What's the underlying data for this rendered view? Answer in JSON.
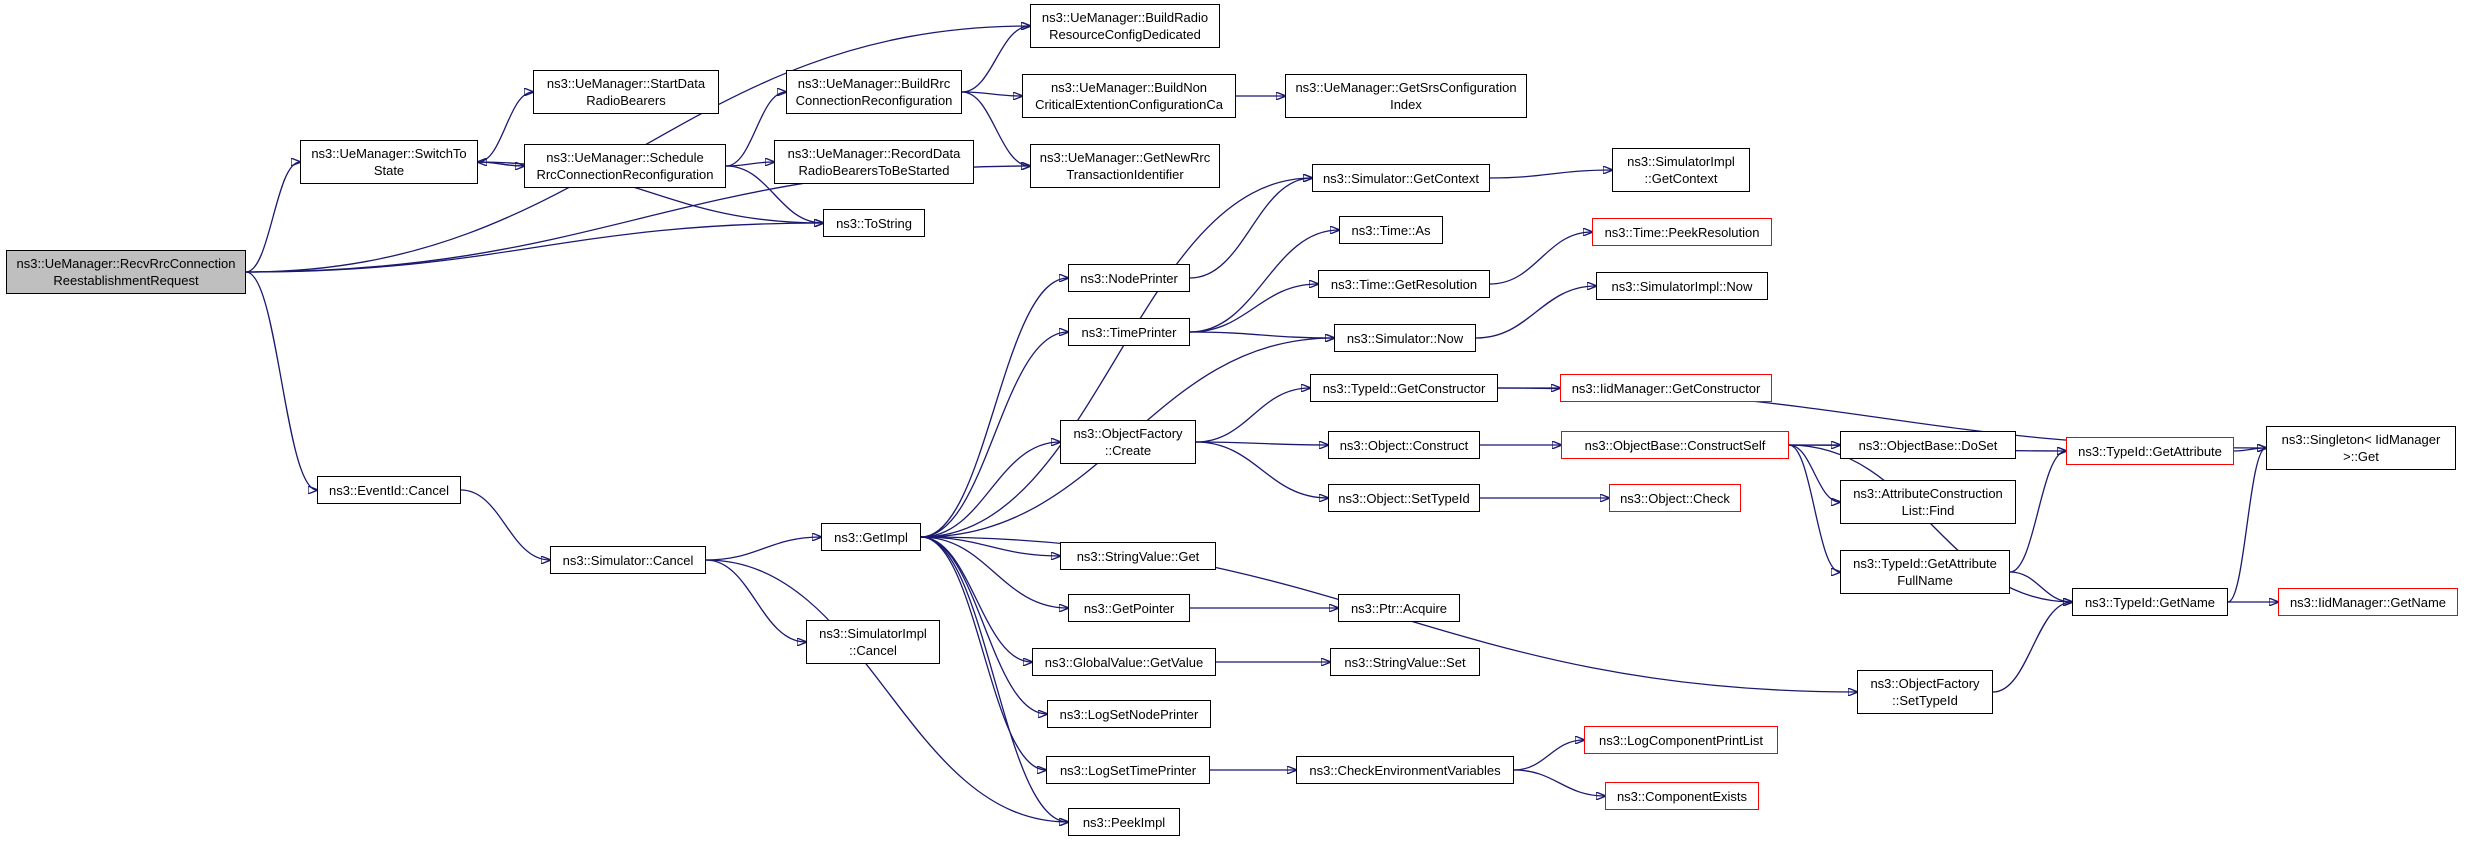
{
  "colors": {
    "edge": "#191970",
    "node_border": "#000000",
    "truncated_border": "#ff0000",
    "root_fill": "#bfbfbf"
  },
  "nodes": {
    "recv": {
      "lines": [
        "ns3::UeManager::RecvRrcConnection",
        "ReestablishmentRequest"
      ],
      "root": true
    },
    "switch": {
      "lines": [
        "ns3::UeManager::SwitchTo",
        "State"
      ]
    },
    "startdata": {
      "lines": [
        "ns3::UeManager::StartData",
        "RadioBearers"
      ]
    },
    "schedule": {
      "lines": [
        "ns3::UeManager::Schedule",
        "RrcConnectionReconfiguration"
      ]
    },
    "buildrrc": {
      "lines": [
        "ns3::UeManager::BuildRrc",
        "ConnectionReconfiguration"
      ]
    },
    "recorddata": {
      "lines": [
        "ns3::UeManager::RecordData",
        "RadioBearersToBeStarted"
      ]
    },
    "tostring": {
      "lines": [
        "ns3::ToString"
      ]
    },
    "buildradio": {
      "lines": [
        "ns3::UeManager::BuildRadio",
        "ResourceConfigDedicated"
      ]
    },
    "buildnon": {
      "lines": [
        "ns3::UeManager::BuildNon",
        "CriticalExtentionConfigurationCa"
      ]
    },
    "getsrs": {
      "lines": [
        "ns3::UeManager::GetSrsConfiguration",
        "Index"
      ]
    },
    "getnewrrc": {
      "lines": [
        "ns3::UeManager::GetNewRrc",
        "TransactionIdentifier"
      ]
    },
    "getcontext": {
      "lines": [
        "ns3::Simulator::GetContext"
      ]
    },
    "implgetcontext": {
      "lines": [
        "ns3::SimulatorImpl",
        "::GetContext"
      ]
    },
    "nodeprinter": {
      "lines": [
        "ns3::NodePrinter"
      ]
    },
    "timeas": {
      "lines": [
        "ns3::Time::As"
      ]
    },
    "peekres": {
      "lines": [
        "ns3::Time::PeekResolution"
      ],
      "truncated": true
    },
    "getres": {
      "lines": [
        "ns3::Time::GetResolution"
      ]
    },
    "timeprinter": {
      "lines": [
        "ns3::TimePrinter"
      ]
    },
    "simnow": {
      "lines": [
        "ns3::Simulator::Now"
      ]
    },
    "implnow": {
      "lines": [
        "ns3::SimulatorImpl::Now"
      ]
    },
    "getconstructor": {
      "lines": [
        "ns3::TypeId::GetConstructor"
      ]
    },
    "iidgetconstructor": {
      "lines": [
        "ns3::IidManager::GetConstructor"
      ],
      "truncated": true
    },
    "singleton": {
      "lines": [
        "ns3::Singleton< IidManager",
        ">::Get"
      ]
    },
    "ofcreate": {
      "lines": [
        "ns3::ObjectFactory",
        "::Create"
      ]
    },
    "construct": {
      "lines": [
        "ns3::Object::Construct"
      ]
    },
    "constructself": {
      "lines": [
        "ns3::ObjectBase::ConstructSelf"
      ],
      "truncated": true
    },
    "doset": {
      "lines": [
        "ns3::ObjectBase::DoSet"
      ]
    },
    "getattribute": {
      "lines": [
        "ns3::TypeId::GetAttribute"
      ],
      "truncated": true
    },
    "eventcancel": {
      "lines": [
        "ns3::EventId::Cancel"
      ]
    },
    "attrfind": {
      "lines": [
        "ns3::AttributeConstruction",
        "List::Find"
      ]
    },
    "settypeid": {
      "lines": [
        "ns3::Object::SetTypeId"
      ]
    },
    "objcheck": {
      "lines": [
        "ns3::Object::Check"
      ],
      "truncated": true
    },
    "getimpl": {
      "lines": [
        "ns3::GetImpl"
      ]
    },
    "attrfullname": {
      "lines": [
        "ns3::TypeId::GetAttribute",
        "FullName"
      ]
    },
    "simcancel": {
      "lines": [
        "ns3::Simulator::Cancel"
      ]
    },
    "svget": {
      "lines": [
        "ns3::StringValue::Get"
      ]
    },
    "getname": {
      "lines": [
        "ns3::TypeId::GetName"
      ]
    },
    "iidgetname": {
      "lines": [
        "ns3::IidManager::GetName"
      ],
      "truncated": true
    },
    "getpointer": {
      "lines": [
        "ns3::GetPointer"
      ]
    },
    "ptracquire": {
      "lines": [
        "ns3::Ptr::Acquire"
      ]
    },
    "implcancel": {
      "lines": [
        "ns3::SimulatorImpl",
        "::Cancel"
      ]
    },
    "gvgetvalue": {
      "lines": [
        "ns3::GlobalValue::GetValue"
      ]
    },
    "svset": {
      "lines": [
        "ns3::StringValue::Set"
      ]
    },
    "ofsettypeid": {
      "lines": [
        "ns3::ObjectFactory",
        "::SetTypeId"
      ]
    },
    "logsetnode": {
      "lines": [
        "ns3::LogSetNodePrinter"
      ]
    },
    "logcompprint": {
      "lines": [
        "ns3::LogComponentPrintList"
      ],
      "truncated": true
    },
    "logsettime": {
      "lines": [
        "ns3::LogSetTimePrinter"
      ]
    },
    "checkenv": {
      "lines": [
        "ns3::CheckEnvironmentVariables"
      ]
    },
    "compexists": {
      "lines": [
        "ns3::ComponentExists"
      ],
      "truncated": true
    },
    "peekimpl": {
      "lines": [
        "ns3::PeekImpl"
      ]
    }
  },
  "edges": [
    [
      "recv",
      "buildradio"
    ],
    [
      "recv",
      "switch"
    ],
    [
      "recv",
      "tostring"
    ],
    [
      "recv",
      "getnewrrc"
    ],
    [
      "recv",
      "eventcancel"
    ],
    [
      "switch",
      "startdata"
    ],
    [
      "switch",
      "schedule"
    ],
    [
      "switch",
      "tostring"
    ],
    [
      "schedule",
      "switch"
    ],
    [
      "schedule",
      "buildrrc"
    ],
    [
      "schedule",
      "recorddata"
    ],
    [
      "schedule",
      "tostring"
    ],
    [
      "buildrrc",
      "buildradio"
    ],
    [
      "buildrrc",
      "buildnon"
    ],
    [
      "buildrrc",
      "getnewrrc"
    ],
    [
      "buildnon",
      "getsrs"
    ],
    [
      "getcontext",
      "implgetcontext"
    ],
    [
      "nodeprinter",
      "getcontext"
    ],
    [
      "timeprinter",
      "timeas"
    ],
    [
      "timeprinter",
      "getres"
    ],
    [
      "timeprinter",
      "simnow"
    ],
    [
      "getres",
      "peekres"
    ],
    [
      "simnow",
      "implnow"
    ],
    [
      "getimpl",
      "getcontext"
    ],
    [
      "getimpl",
      "nodeprinter"
    ],
    [
      "getimpl",
      "timeprinter"
    ],
    [
      "getimpl",
      "simnow"
    ],
    [
      "getimpl",
      "ofcreate"
    ],
    [
      "getimpl",
      "svget"
    ],
    [
      "getimpl",
      "getpointer"
    ],
    [
      "getimpl",
      "gvgetvalue"
    ],
    [
      "getimpl",
      "logsetnode"
    ],
    [
      "getimpl",
      "logsettime"
    ],
    [
      "getimpl",
      "peekimpl"
    ],
    [
      "getimpl",
      "ofsettypeid"
    ],
    [
      "ofcreate",
      "getconstructor"
    ],
    [
      "ofcreate",
      "construct"
    ],
    [
      "ofcreate",
      "settypeid"
    ],
    [
      "getconstructor",
      "iidgetconstructor"
    ],
    [
      "getconstructor",
      "singleton"
    ],
    [
      "construct",
      "constructself"
    ],
    [
      "constructself",
      "doset"
    ],
    [
      "constructself",
      "getattribute"
    ],
    [
      "constructself",
      "attrfind"
    ],
    [
      "constructself",
      "attrfullname"
    ],
    [
      "constructself",
      "getname"
    ],
    [
      "getattribute",
      "singleton"
    ],
    [
      "settypeid",
      "objcheck"
    ],
    [
      "attrfullname",
      "getattribute"
    ],
    [
      "attrfullname",
      "getname"
    ],
    [
      "getname",
      "singleton"
    ],
    [
      "getname",
      "iidgetname"
    ],
    [
      "ofsettypeid",
      "getname"
    ],
    [
      "eventcancel",
      "simcancel"
    ],
    [
      "simcancel",
      "getimpl"
    ],
    [
      "simcancel",
      "implcancel"
    ],
    [
      "simcancel",
      "peekimpl"
    ],
    [
      "getpointer",
      "ptracquire"
    ],
    [
      "gvgetvalue",
      "svset"
    ],
    [
      "logsettime",
      "checkenv"
    ],
    [
      "checkenv",
      "logcompprint"
    ],
    [
      "checkenv",
      "compexists"
    ]
  ]
}
